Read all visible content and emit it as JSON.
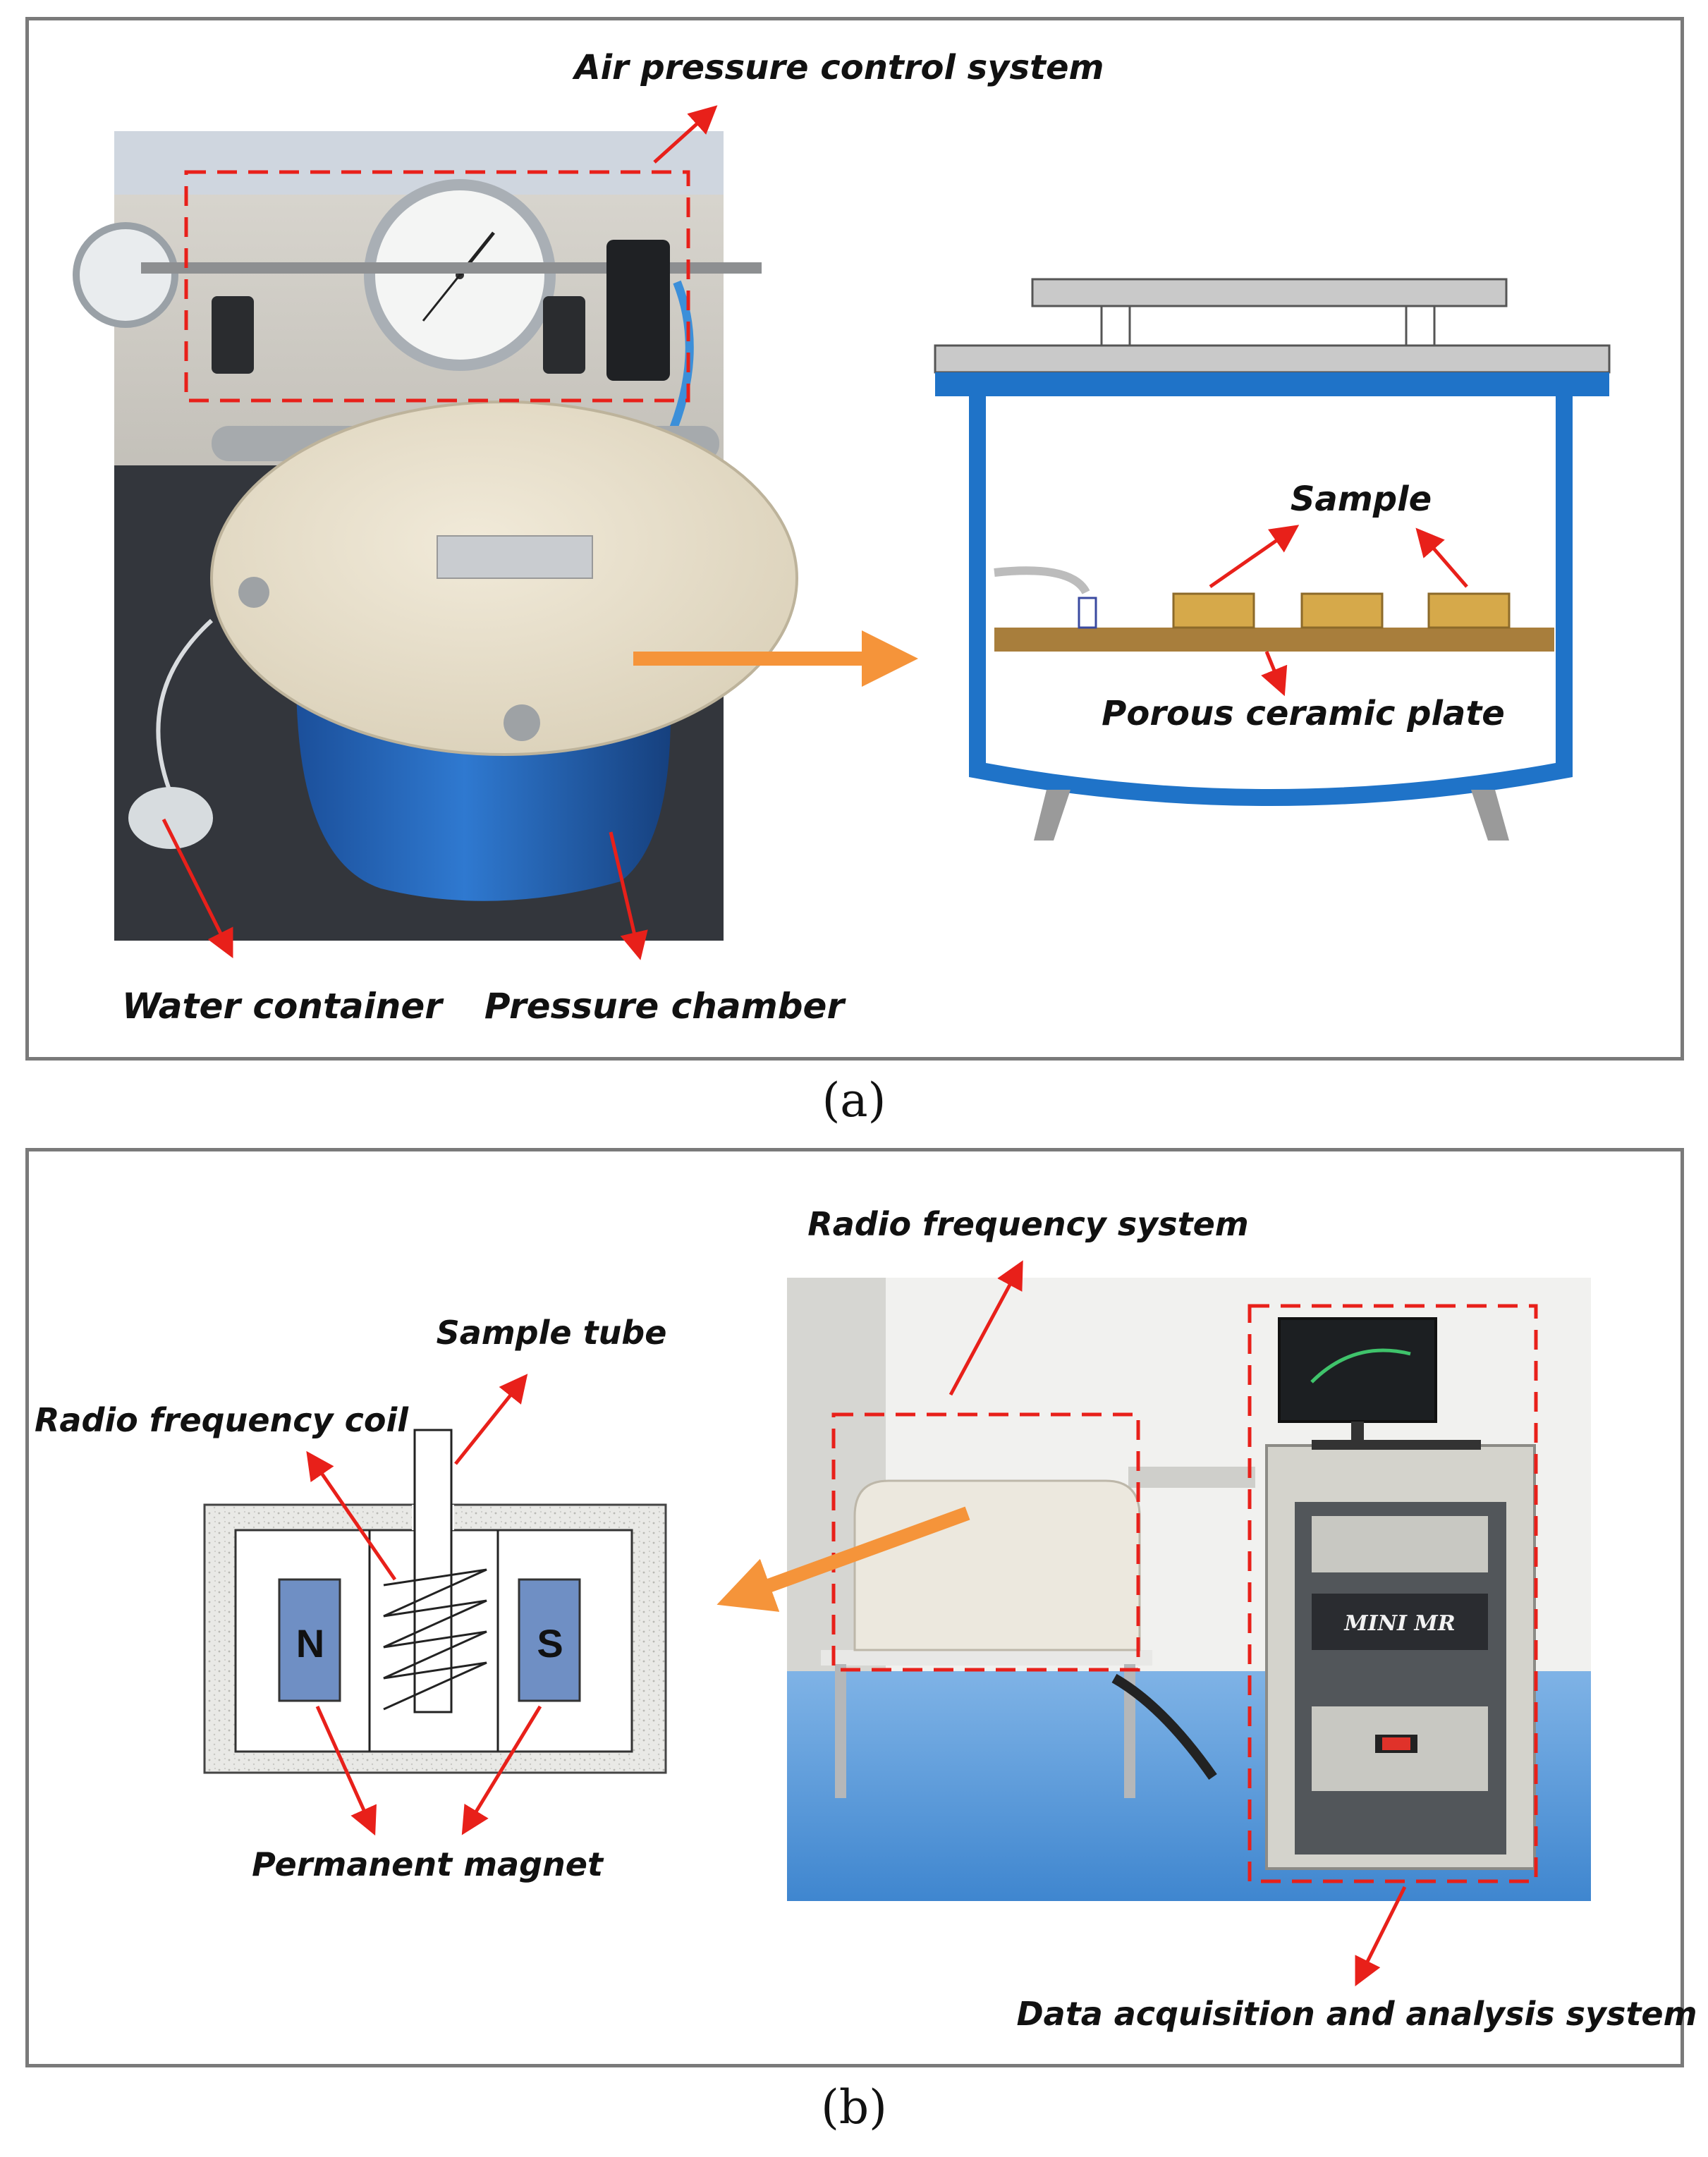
{
  "panel_a": {
    "caption": "(a)",
    "labels": {
      "air_pressure": "Air pressure control system",
      "sample": "Sample",
      "porous_plate": "Porous ceramic plate",
      "water_container": "Water container",
      "pressure_chamber": "Pressure chamber"
    }
  },
  "panel_b": {
    "caption": "(b)",
    "labels": {
      "rf_system": "Radio frequency system",
      "sample_tube": "Sample tube",
      "rf_coil": "Radio frequency coil",
      "magnet_n": "N",
      "magnet_s": "S",
      "permanent_magnet": "Permanent magnet",
      "data_system": "Data acquisition and analysis system",
      "device_brand": "MINI MR"
    }
  },
  "colors": {
    "annotation_red": "#e8201a",
    "chamber_blue": "#1f73c8",
    "flow_arrow_orange": "#f5943a",
    "plate_brown": "#a87e3c",
    "sample_gold": "#d6a94a",
    "magnet_blue": "#6f8fc4"
  }
}
